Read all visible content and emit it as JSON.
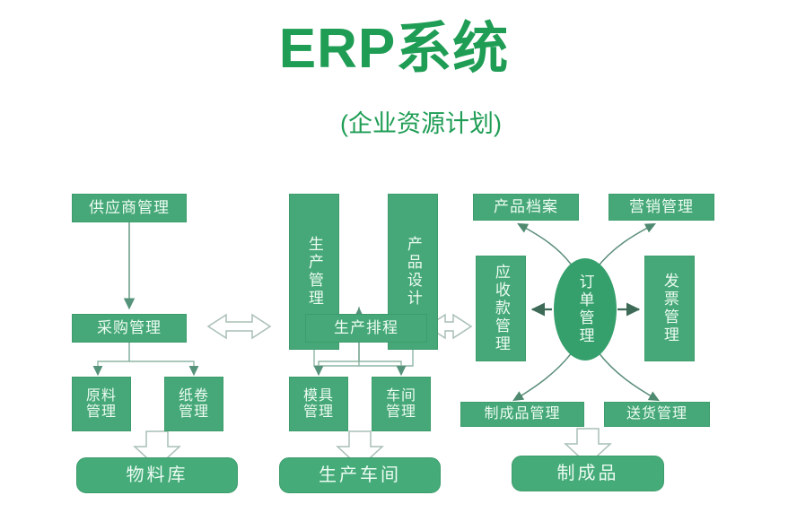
{
  "header": {
    "title": "ERP系统",
    "subtitle": "(企业资源计划)"
  },
  "colors": {
    "brand_green": "#1f9d55",
    "box_fill": "#46a878",
    "oval_fill": "#36a06c",
    "rounded_fill": "#45ab79",
    "box_text": "#ecfbf2",
    "connector": "#6f8f80",
    "background": "#ffffff"
  },
  "diagram": {
    "type": "flowchart",
    "columns": [
      {
        "name": "procurement-column",
        "nodes": [
          "supplier-management",
          "purchase-management",
          "raw-material-management",
          "paper-roll-management",
          "material-warehouse"
        ]
      },
      {
        "name": "production-column",
        "nodes": [
          "production-management",
          "product-design",
          "production-scheduling",
          "mold-management",
          "workshop-management",
          "production-workshop"
        ]
      },
      {
        "name": "order-column",
        "nodes": [
          "product-archive",
          "marketing-management",
          "receivables-management",
          "order-management",
          "invoice-management",
          "finished-goods-management",
          "delivery-management",
          "finished-goods"
        ]
      }
    ],
    "nodes": {
      "supplier_management": "供应商管理",
      "purchase_management": "采购管理",
      "raw_material_management": "原料\n管理",
      "paper_roll_management": "纸卷\n管理",
      "material_warehouse": "物料库",
      "production_management": "生产管理",
      "product_design": "产品设计",
      "production_scheduling": "生产排程",
      "mold_management": "模具\n管理",
      "workshop_management": "车间\n管理",
      "production_workshop": "生产车间",
      "product_archive": "产品档案",
      "marketing_management": "营销管理",
      "receivables_management": "应收款管理",
      "order_management": "订单管理",
      "invoice_management": "发票管理",
      "finished_goods_management": "制成品管理",
      "delivery_management": "送货管理",
      "finished_goods": "制成品"
    },
    "connections": [
      {
        "from": "supplier_management",
        "to": "purchase_management",
        "style": "solid-arrow-down"
      },
      {
        "from": "purchase_management",
        "to": "raw_material_management",
        "style": "solid-arrow-down"
      },
      {
        "from": "purchase_management",
        "to": "paper_roll_management",
        "style": "solid-arrow-down"
      },
      {
        "from": "raw_material_management",
        "to": "material_warehouse",
        "style": "hollow-block-arrow-down"
      },
      {
        "from": "production_management",
        "to": "production_scheduling",
        "style": "solid-arrow-down"
      },
      {
        "from": "product_design",
        "to": "production_scheduling",
        "style": "solid-arrow-down"
      },
      {
        "from": "production_scheduling",
        "to": "mold_management",
        "style": "solid-arrow-down"
      },
      {
        "from": "production_scheduling",
        "to": "workshop_management",
        "style": "solid-arrow-down"
      },
      {
        "from": "mold_management",
        "to": "production_workshop",
        "style": "hollow-block-arrow-down"
      },
      {
        "from": "purchase_management",
        "to": "production_scheduling",
        "style": "hollow-double-arrow-horizontal"
      },
      {
        "from": "production_scheduling",
        "to": "receivables_management",
        "style": "hollow-double-arrow-horizontal"
      },
      {
        "from": "order_management",
        "to": "receivables_management",
        "style": "solid-arrow-left"
      },
      {
        "from": "order_management",
        "to": "invoice_management",
        "style": "solid-arrow-right"
      },
      {
        "from": "order_management",
        "to": "product_archive",
        "style": "curved-arc-up-left"
      },
      {
        "from": "order_management",
        "to": "marketing_management",
        "style": "curved-arc-up-right"
      },
      {
        "from": "order_management",
        "to": "finished_goods_management",
        "style": "curved-arc-down-left"
      },
      {
        "from": "order_management",
        "to": "delivery_management",
        "style": "curved-arc-down-right"
      },
      {
        "from": "finished_goods_management",
        "to": "finished_goods",
        "style": "hollow-block-arrow-down"
      }
    ]
  }
}
